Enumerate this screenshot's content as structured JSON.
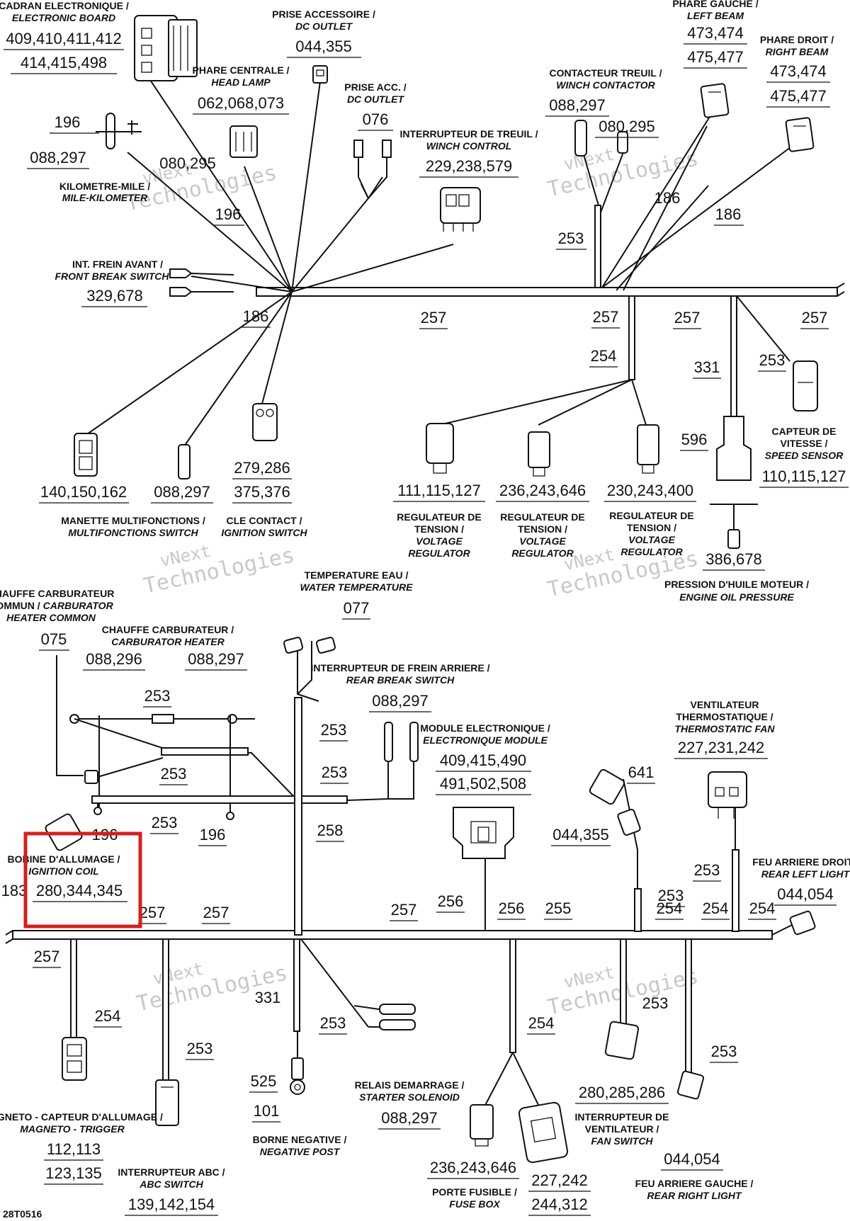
{
  "labels": {
    "cadran_fr": "CADRAN ELECTRONIQUE /",
    "cadran_en": "ELECTRONIC BOARD",
    "cadran_n1": "409,410,411,412",
    "cadran_n2": "414,415,498",
    "prise_fr": "PRISE ACCESSOIRE /",
    "prise_en": "DC OUTLET",
    "prise_n": "044,355",
    "phare_c_fr": "PHARE CENTRALE /",
    "phare_c_en": "HEAD LAMP",
    "phare_c_n": "062,068,073",
    "prise_acc_fr": "PRISE ACC. /",
    "prise_acc_en": "DC OUTLET",
    "prise_acc_n": "076",
    "n196a": "196",
    "n088_297a": "088,297",
    "n080_295a": "080,295",
    "km_fr": "KILOMETRE-MILE /",
    "km_en": "MILE-KILOMETER",
    "n196b": "196",
    "treuil_fr": "INTERRUPTEUR DE TREUIL /",
    "treuil_en": "WINCH CONTROL",
    "treuil_n": "229,238,579",
    "contact_treuil_fr": "CONTACTEUR TREUIL /",
    "contact_treuil_en": "WINCH CONTACTOR",
    "contact_treuil_n": "088,297",
    "n080_295b": "080,295",
    "phare_g_fr": "PHARE GAUCHE /",
    "phare_g_en": "LEFT BEAM",
    "phare_g_n1": "473,474",
    "phare_g_n2": "475,477",
    "phare_d_fr": "PHARE DROIT /",
    "phare_d_en": "RIGHT BEAM",
    "phare_d_n1": "473,474",
    "phare_d_n2": "475,477",
    "n186a": "186",
    "n186b": "186",
    "n253a": "253",
    "frein_av_fr": "INT. FREIN AVANT /",
    "frein_av_en": "FRONT BREAK SWITCH",
    "frein_av_n": "329,678",
    "n186c": "186",
    "n257a": "257",
    "n257b": "257",
    "n257c": "257",
    "n257d": "257",
    "n254a": "254",
    "n331a": "331",
    "n253b": "253",
    "n596": "596",
    "vitesse_fr1": "CAPTEUR DE",
    "vitesse_fr2": "VITESSE /",
    "vitesse_en": "SPEED SENSOR",
    "vitesse_n": "110,115,127",
    "manette_n": "140,150,162",
    "n088_297b": "088,297",
    "cle_n1": "279,286",
    "cle_n2": "375,376",
    "manette_fr": "MANETTE MULTIFONCTIONS /",
    "manette_en": "MULTIFONCTIONS SWITCH",
    "cle_fr": "CLE CONTACT /",
    "cle_en": "IGNITION SWITCH",
    "reg1_n": "111,115,127",
    "reg2_n": "236,243,646",
    "reg3_n": "230,243,400",
    "reg_fr1": "REGULATEUR DE",
    "reg_fr2": "TENSION /",
    "reg_en1": "VOLTAGE",
    "reg_en2": "REGULATOR",
    "huile_n": "386,678",
    "huile_fr": "PRESSION D'HUILE MOTEUR /",
    "huile_en": "ENGINE OIL PRESSURE",
    "chauffe_c_fr1": "CHAUFFE CARBURATEUR",
    "chauffe_c_fr2": "COMMUN /",
    "chauffe_c_en1": "CARBURATOR",
    "chauffe_c_en2": "HEATER COMMON",
    "chauffe_c_n": "075",
    "chauffe_fr": "CHAUFFE CARBURATEUR /",
    "chauffe_en": "CARBURATOR HEATER",
    "chauffe_n1": "088,296",
    "chauffe_n2": "088,297",
    "temp_fr": "TEMPERATURE EAU /",
    "temp_en": "WATER TEMPERATURE",
    "temp_n": "077",
    "frein_ar_fr": "INTERRUPTEUR DE FREIN ARRIERE /",
    "frein_ar_en": "REAR BREAK SWITCH",
    "frein_ar_n": "088,297",
    "n253c": "253",
    "n253d": "253",
    "n253e": "253",
    "n253f": "253",
    "n253g": "253",
    "module_fr": "MODULE ELECTRONIQUE /",
    "module_en": "ELECTRONIQUE MODULE",
    "module_n1": "409,415,490",
    "module_n2": "491,502,508",
    "ventil_fr1": "VENTILATEUR",
    "ventil_fr2": "THERMOSTATIQUE /",
    "ventil_en": "THERMOSTATIC FAN",
    "ventil_n": "227,231,242",
    "n641": "641",
    "n044_355": "044,355",
    "n196c": "196",
    "n196d": "196",
    "n258": "258",
    "bobine_fr": "BOBINE D'ALLUMAGE /",
    "bobine_en": "IGNITION COIL",
    "bobine_n": "280,344,345",
    "n183": "183",
    "n256a": "256",
    "n253h": "253",
    "n253i": "253",
    "feu_d_fr": "FEU ARRIERE DROIT /",
    "feu_d_en": "REAR LEFT LIGHT",
    "feu_d_n": "044,054",
    "n257e": "257",
    "n257f": "257",
    "n257g": "257",
    "n256b": "256",
    "n255": "255",
    "n254b": "254",
    "n254c": "254",
    "n254d": "254",
    "n257h": "257",
    "n254e": "254",
    "n331b": "331",
    "n253j": "253",
    "n253k": "253",
    "n254f": "254",
    "n253l": "253",
    "n253m": "253",
    "n525": "525",
    "n101": "101",
    "relais_fr": "RELAIS DEMARRAGE /",
    "relais_en": "STARTER SOLENOID",
    "relais_n": "088,297",
    "fan_sw_n": "280,285,286",
    "fan_sw_fr1": "INTERRUPTEUR DE",
    "fan_sw_fr2": "VENTILATEUR /",
    "fan_sw_en": "FAN SWITCH",
    "magneto_fr": "MAGNETO - CAPTEUR D'ALLUMAGE /",
    "magneto_en": "MAGNETO - TRIGGER",
    "magneto_n1": "112,113",
    "magneto_n2": "123,135",
    "borne_fr": "BORNE NEGATIVE /",
    "borne_en": "NEGATIVE POST",
    "abc_fr": "INTERRUPTEUR ABC /",
    "abc_en": "ABC SWITCH",
    "abc_n": "139,142,154",
    "fusible_n": "236,243,646",
    "fusible_fr": "PORTE FUSIBLE /",
    "fusible_en": "FUSE BOX",
    "fusible_n2a": "227,242",
    "fusible_n2b": "244,312",
    "feu_g_n": "044,054",
    "feu_g_fr": "FEU ARRIERE GAUCHE /",
    "feu_g_en": "REAR RIGHT LIGHT",
    "ref": "28T0516",
    "wm1": "vNext",
    "wm2": "Technologies"
  },
  "highlight": {
    "color": "#d42020"
  }
}
